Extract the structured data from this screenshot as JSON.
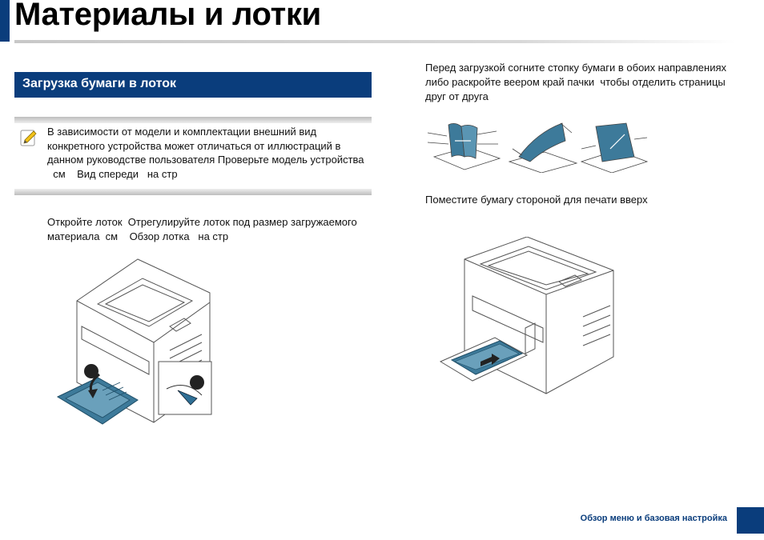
{
  "page": {
    "title": "Материалы и лотки"
  },
  "section": {
    "heading": "Загрузка бумаги в лоток"
  },
  "note": {
    "icon": "pencil-note-icon",
    "lines": [
      "В зависимости от модели и комплектации внешний вид",
      "конкретного устройства может отличаться от иллюстраций в",
      "данном руководстве пользователя  Проверьте модель устройства",
      "  см    Вид спереди   на стр"
    ]
  },
  "steps": {
    "open_tray": [
      "Откройте лоток  Отрегулируйте лоток под размер загружаемого",
      "материала  см    Обзор лотка   на стр"
    ],
    "flex_paper": [
      "Перед загрузкой согните стопку бумаги в обоих направлениях",
      "либо раскройте веером край пачки  чтобы отделить страницы",
      "друг от друга"
    ],
    "place_paper": "Поместите бумагу стороной для печати вверх"
  },
  "footer": {
    "section_label": "Обзор меню и базовая настройка"
  },
  "colors": {
    "brand": "#0a3d7c",
    "illustration_paper": "#3d7a9a"
  }
}
